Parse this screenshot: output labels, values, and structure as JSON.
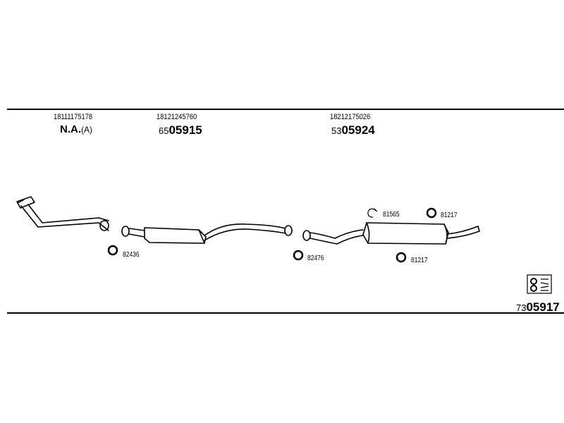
{
  "columns": [
    {
      "part_number": "18111175178",
      "code_prefix": "",
      "code_main": "N.A.",
      "code_suffix": "(A)"
    },
    {
      "part_number": "18121245760",
      "code_prefix": "65",
      "code_main": "05915",
      "code_suffix": ""
    },
    {
      "part_number": "18212175026",
      "code_prefix": "53",
      "code_main": "05924",
      "code_suffix": ""
    }
  ],
  "components": [
    {
      "name": "front-pipe"
    },
    {
      "name": "center-silencer"
    },
    {
      "name": "rear-silencer"
    }
  ],
  "fittings": [
    {
      "label": "82436",
      "icon": "clamp-ring-icon"
    },
    {
      "label": "82476",
      "icon": "clamp-ring-icon"
    },
    {
      "label": "81565",
      "icon": "open-clamp-icon"
    },
    {
      "label": "81217",
      "icon": "clamp-ring-icon"
    },
    {
      "label": "81217",
      "icon": "clamp-ring-icon"
    }
  ],
  "footer": {
    "code_prefix": "73",
    "code_main": "05917",
    "icon": "fitting-kit-icon"
  }
}
